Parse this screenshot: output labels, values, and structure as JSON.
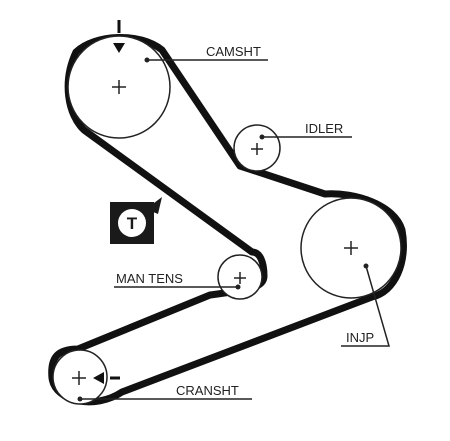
{
  "labels": {
    "camshaft": "CAMSHT",
    "idler": "IDLER",
    "manual_tensioner": "MAN TENS",
    "injection_pump": "INJP",
    "crankshaft": "CRANSHT"
  },
  "badge": {
    "letter": "T"
  },
  "colors": {
    "belt": "#111111",
    "pulley": "#222222",
    "badge_bg": "#1a1a1a",
    "badge_fg": "#ffffff"
  },
  "icons": {
    "timing_mark": "down-arrow-icon",
    "crank_mark": "left-arrow-icon",
    "pulley_center": "plus-icon",
    "tensioner_badge": "tensioner-t-icon"
  }
}
